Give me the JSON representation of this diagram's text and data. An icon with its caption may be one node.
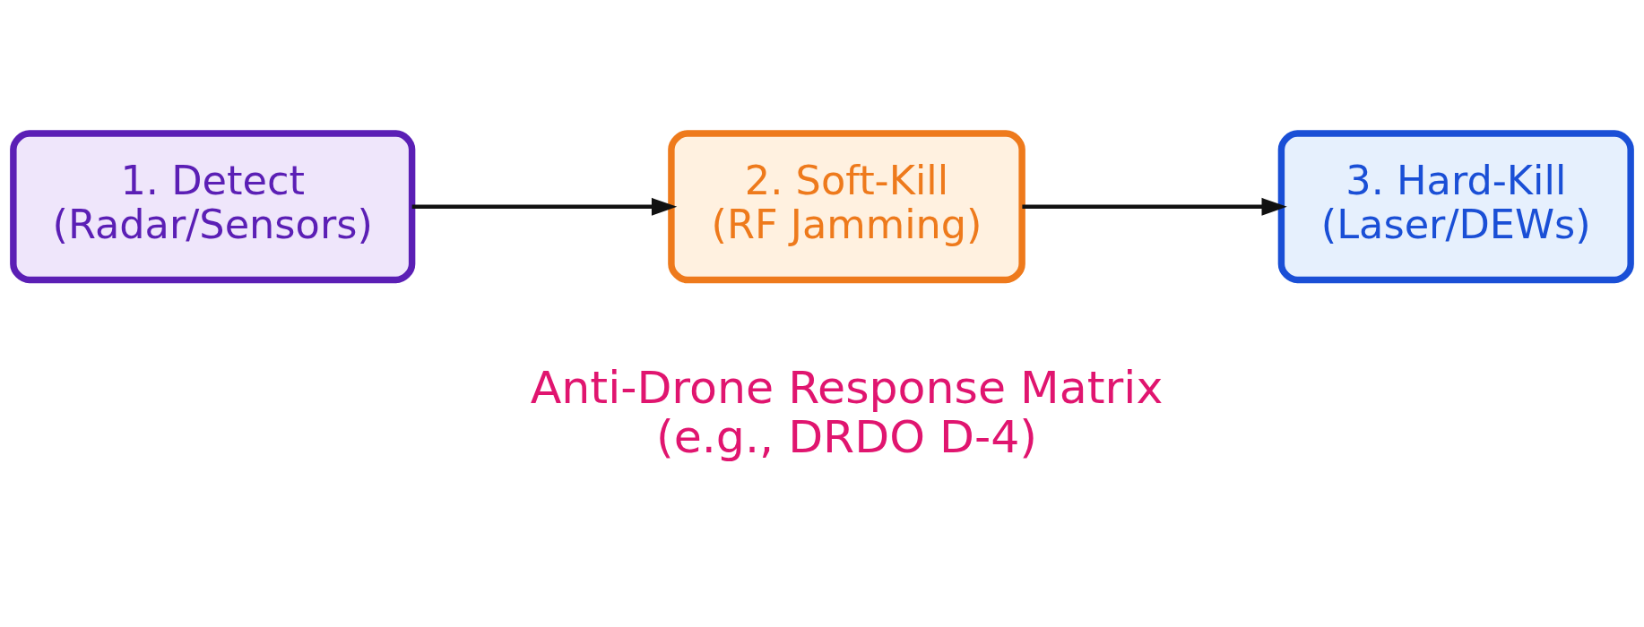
{
  "diagram": {
    "nodes": [
      {
        "text": [
          "1. Detect",
          "(Radar/Sensors)"
        ]
      },
      {
        "text": [
          "2. Soft-Kill",
          "(RF Jamming)"
        ]
      },
      {
        "text": [
          "3. Hard-Kill",
          "(Laser/DEWs)"
        ]
      }
    ],
    "edges": [
      {
        "from": 0,
        "to": 1,
        "arrow": "to"
      },
      {
        "from": 1,
        "to": 2,
        "arrow": "to"
      }
    ],
    "labels": [
      "Anti-Drone Response Matrix",
      "(e.g., DRDO D-4)"
    ]
  }
}
